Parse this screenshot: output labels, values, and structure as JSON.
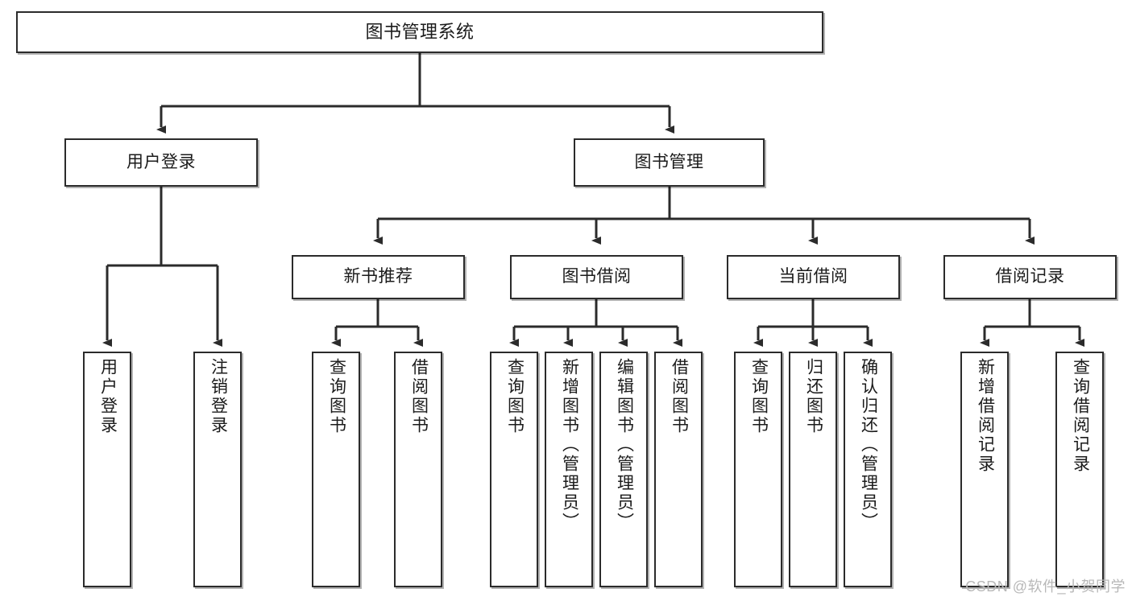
{
  "diagram": {
    "title": "图书管理系统",
    "type": "tree-hierarchy-diagram",
    "watermark": "CSDN @软件_小贺同学",
    "colors": {
      "box_border": "#2b2b2b",
      "box_fill": "#ffffff",
      "edge": "#2b2b2b",
      "text": "#1b1b1b",
      "watermark": "#b8b8b8",
      "background": "#ffffff"
    },
    "root": {
      "label": "图书管理系统"
    },
    "level2": [
      {
        "label": "用户登录"
      },
      {
        "label": "图书管理"
      }
    ],
    "level3": [
      {
        "label": "新书推荐"
      },
      {
        "label": "图书借阅"
      },
      {
        "label": "当前借阅"
      },
      {
        "label": "借阅记录"
      }
    ],
    "leaves": {
      "user_login": [
        {
          "label": "用户登录"
        },
        {
          "label": "注销登录"
        }
      ],
      "new_book_recommend": [
        {
          "label": "查询图书"
        },
        {
          "label": "借阅图书"
        }
      ],
      "book_borrow": [
        {
          "label": "查询图书"
        },
        {
          "label": "新增图书（管理员）"
        },
        {
          "label": "编辑图书（管理员）"
        },
        {
          "label": "借阅图书"
        }
      ],
      "current_borrow": [
        {
          "label": "查询图书"
        },
        {
          "label": "归还图书"
        },
        {
          "label": "确认归还（管理员）"
        }
      ],
      "borrow_records": [
        {
          "label": "新增借阅记录"
        },
        {
          "label": "查询借阅记录"
        }
      ]
    }
  }
}
